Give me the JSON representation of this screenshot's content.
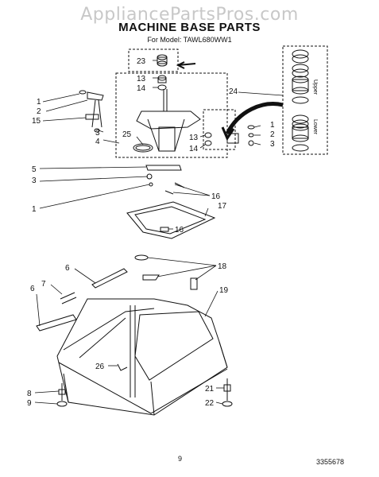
{
  "header": {
    "watermark": "AppliancePartsPros.com",
    "title": "MACHINE BASE PARTS",
    "model": "For Model: TAWL680WW1"
  },
  "callouts": {
    "c23": "23",
    "c13a": "13",
    "c14a": "14",
    "c24": "24",
    "c1a": "1",
    "c2a": "2",
    "c15": "15",
    "c3a": "3",
    "c4": "4",
    "c25": "25",
    "c13b": "13",
    "c14b": "14",
    "c1b": "1",
    "c2b": "2",
    "c3b": "3",
    "c5": "5",
    "c3c": "3",
    "c1c": "1",
    "c16a": "16",
    "c17": "17",
    "c16b": "16",
    "c18": "18",
    "c6a": "6",
    "c7": "7",
    "c6b": "6",
    "c19": "19",
    "c26": "26",
    "c8": "8",
    "c9": "9",
    "c21": "21",
    "c22": "22"
  },
  "side_labels": {
    "upper": "Upper",
    "lower": "Lower"
  },
  "footer": {
    "page": "9",
    "doc_number": "3355678"
  }
}
